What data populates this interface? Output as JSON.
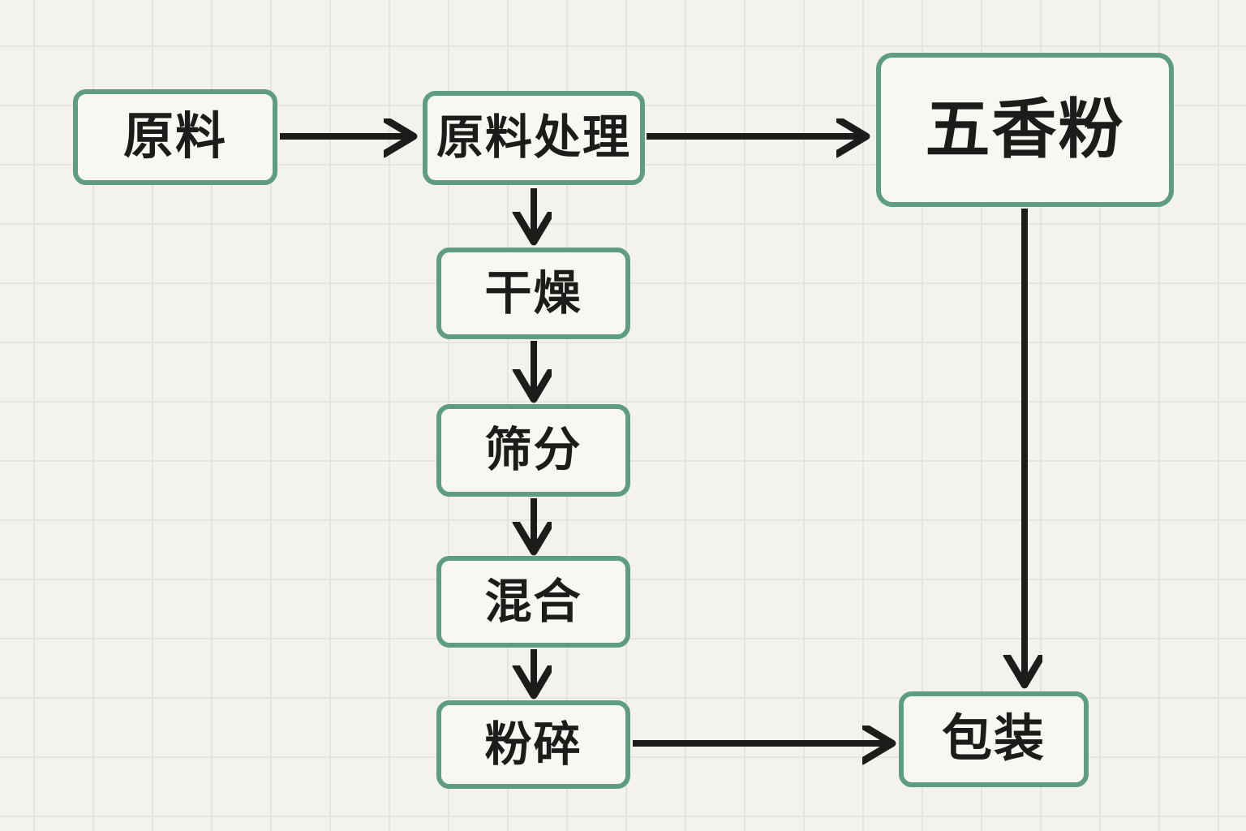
{
  "diagram": {
    "type": "flowchart",
    "language": "zh",
    "description_of_content": "Production process flow from raw material to packaged five-spice powder"
  },
  "nodes": [
    {
      "id": "raw-material",
      "label": "原料"
    },
    {
      "id": "raw-processing",
      "label": "原料处理"
    },
    {
      "id": "five-spice-powder",
      "label": "五香粉"
    },
    {
      "id": "drying",
      "label": "干燥"
    },
    {
      "id": "sieving",
      "label": "筛分"
    },
    {
      "id": "mixing",
      "label": "混合"
    },
    {
      "id": "crushing",
      "label": "粉碎"
    },
    {
      "id": "packaging",
      "label": "包装"
    }
  ],
  "edges": [
    {
      "from": "原料",
      "to": "原料处理",
      "direction": "right"
    },
    {
      "from": "原料处理",
      "to": "五香粉",
      "direction": "right"
    },
    {
      "from": "原料处理",
      "to": "干燥",
      "direction": "down"
    },
    {
      "from": "干燥",
      "to": "筛分",
      "direction": "down"
    },
    {
      "from": "筛分",
      "to": "混合",
      "direction": "down"
    },
    {
      "from": "混合",
      "to": "粉碎",
      "direction": "down"
    },
    {
      "from": "粉碎",
      "to": "包装",
      "direction": "right"
    },
    {
      "from": "五香粉",
      "to": "包装",
      "direction": "down"
    }
  ],
  "colors": {
    "background": "#f3f2ef",
    "grid_line": "#e5e4e1",
    "node_fill": "#f8f7f4",
    "node_border": "#5e9d80",
    "arrow": "#1d1c1a",
    "text": "#1d1c1a"
  }
}
